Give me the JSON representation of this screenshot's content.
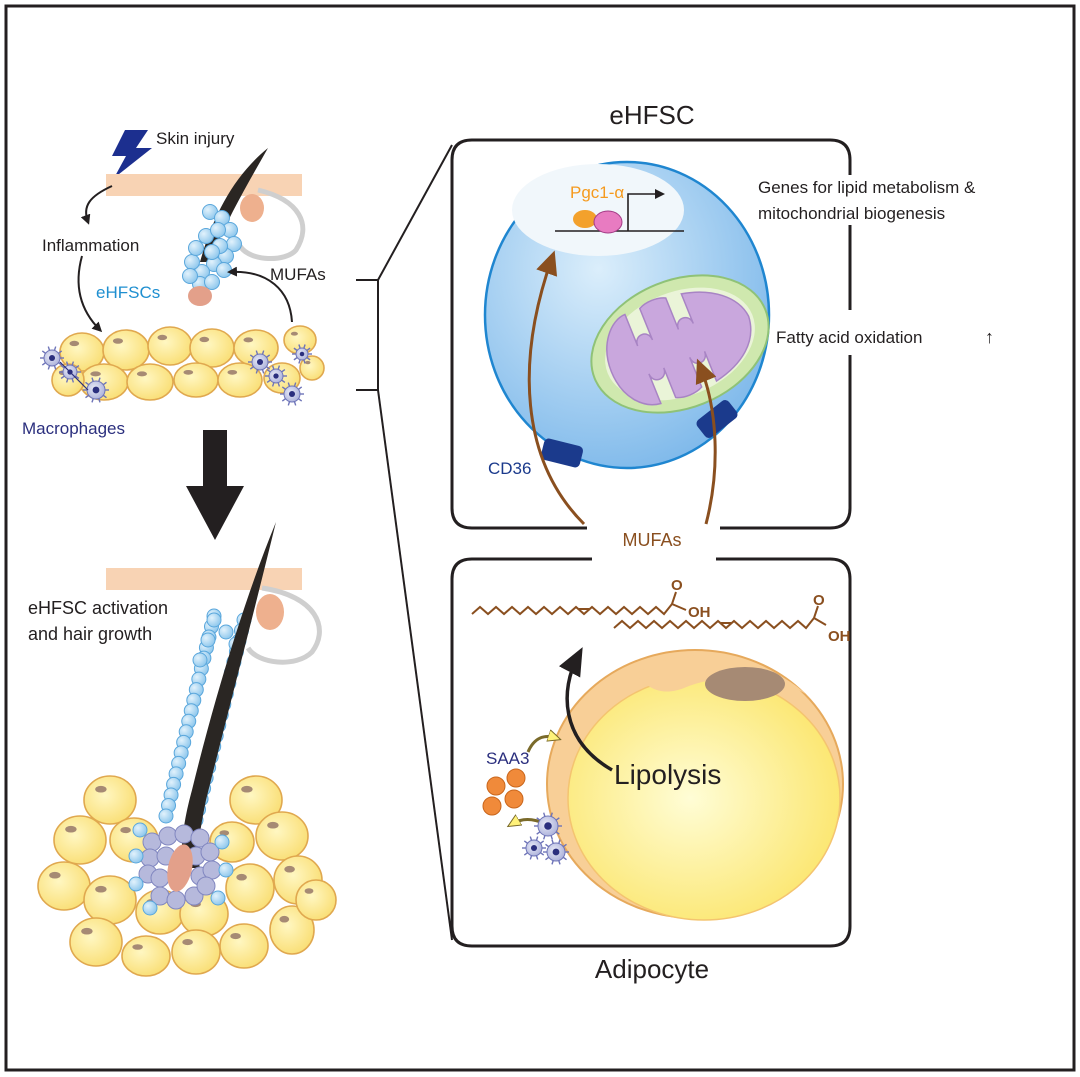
{
  "labels": {
    "skin_injury": "Skin injury",
    "inflammation": "Inflammation",
    "ehfscs": "eHFSCs",
    "mufas_left": "MUFAs",
    "macrophages": "Macrophages",
    "activation_line1": "eHFSC activation",
    "activation_line2": "and hair growth",
    "ehfsc_title": "eHFSC",
    "pgc1a": "Pgc1-α",
    "genes_line1": "Genes for lipid metabolism &",
    "genes_line2": "mitochondrial biogenesis",
    "fatty_acid_oxidation": "Fatty acid oxidation",
    "up_arrow": "↑",
    "cd36": "CD36",
    "mufas_center": "MUFAs",
    "oh1": "OH",
    "o1": "O",
    "oh2": "OH",
    "o2": "O",
    "saa3": "SAA3",
    "lipolysis": "Lipolysis",
    "adipocyte": "Adipocyte"
  },
  "colors": {
    "skin": "#f8d5b5",
    "stem_cell": "#a9d4ee",
    "stem_cell_text": "#1f8fd0",
    "fat_cell": "#fde48a",
    "fat_cell_edge": "#e7b760",
    "macrophage": "#b9bde3",
    "macrophage_text": "#2b2f7e",
    "hair": "#2a2623",
    "papilla": "#e0a08a",
    "ehfsc_cell": "#8dc4ee",
    "nucleus": "#ecf5fb",
    "pgc_text": "#f59a1e",
    "mito_outer": "#c9e6a8",
    "mito_inner": "#c9a7dd",
    "cd36": "#1b3a8c",
    "mufa": "#8a4f1f",
    "saa3_dot": "#f08a3a",
    "adipocyte_outer": "#f6c98a",
    "adipocyte_inner": "#fff59a"
  }
}
